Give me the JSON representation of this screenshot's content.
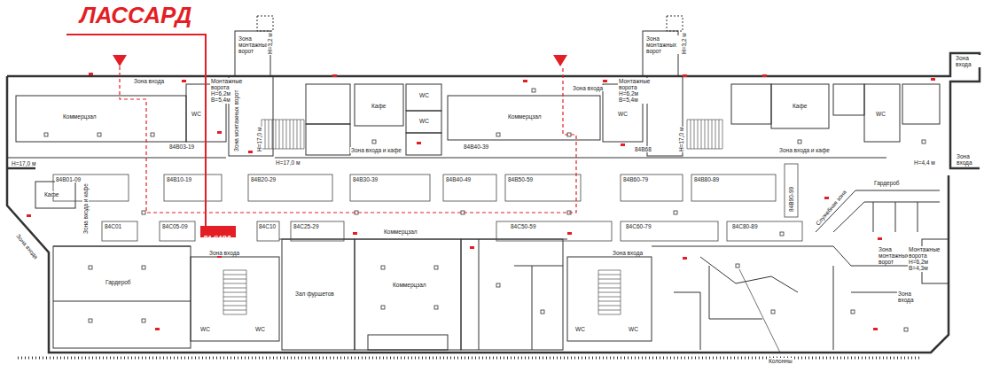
{
  "diagram": {
    "title": "ЛАССАРД",
    "nodes": [
      {
        "text": [
          "ЛА САРД"
        ]
      }
    ],
    "labels": [
      "Зона монтажных ворот",
      "H=3,2 м",
      "Зона монтажных ворот",
      "H=3,2 м",
      "Зона входа",
      "Монтажные ворота H=6,2м B=5,4м",
      "Зона входа",
      "Зона входа",
      "Монтажные ворота H=6,2м B=5,4м",
      "Коммерцзал",
      "WC",
      "WC",
      "WC",
      "Кафе",
      "Коммерцзал",
      "WC",
      "Кафе",
      "WC",
      "84В03-19",
      "Зона монтажных ворот",
      "H=17,0 м",
      "Зона входа и кафе",
      "84В40-39",
      "84В68",
      "H=17,0 м",
      "Зона входа и кафе",
      "H=17,0 м",
      "H=17,0 м",
      "H=4,4 м",
      "Зона входа",
      "84В01-09",
      "84В10-19",
      "84В20-29",
      "84В30-39",
      "84В40-49",
      "84В50-59",
      "84В60-79",
      "84В80-89",
      "84В90-99",
      "Кафе",
      "Зона входа и кафе",
      "Гардероб",
      "Служебная зона",
      "84С01",
      "84С05-09",
      "84С10",
      "84С25-29",
      "Коммерцзал",
      "84С50-59",
      "84С60-79",
      "84С80-89",
      "Зона входа",
      "Зона входа",
      "Зона входа",
      "Зона монтажных ворот",
      "Монтажные ворота H=6,2м B=4,3м",
      "Зона входа",
      "Гардероб",
      "WC",
      "WC",
      "Зал фуршетов",
      "Коммерцзал",
      "WC",
      "WC",
      "Колонны"
    ]
  }
}
